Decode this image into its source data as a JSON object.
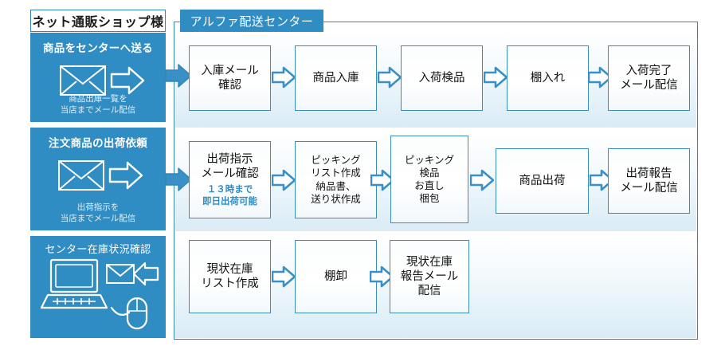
{
  "theme": {
    "accent_blue": "#2f8dc4",
    "border_blue": "#3b8dbd",
    "band_bottom": "#d9ebf6",
    "sub_text_blue": "#2f8dc4",
    "panel_text": "#ffffff"
  },
  "left_column": {
    "title": "ネット通販ショップ様",
    "panels": [
      {
        "heading": "商品をセンターへ送る",
        "note": "商品出庫一覧を\n当店までメール配信",
        "note_line1": "商品出庫一覧を",
        "note_line2": "当店までメール配信",
        "icons": [
          "envelope-icon",
          "arrow-right-icon"
        ]
      },
      {
        "heading": "注文商品の出荷依頼",
        "note_line1": "出荷指示を",
        "note_line2": "当店までメール配信",
        "icons": [
          "envelope-icon",
          "arrow-right-icon"
        ]
      },
      {
        "heading": "センター在庫状況確認",
        "note_line1": "",
        "note_line2": "",
        "icons": [
          "laptop-icon",
          "envelope-icon",
          "arrow-left-icon",
          "mouse-icon"
        ]
      }
    ]
  },
  "center": {
    "title": "アルファ配送センター"
  },
  "flows": [
    {
      "id": "inbound",
      "steps": [
        {
          "lines": [
            "入庫メール",
            "確認"
          ],
          "sub": []
        },
        {
          "lines": [
            "商品入庫"
          ],
          "sub": []
        },
        {
          "lines": [
            "入荷検品"
          ],
          "sub": []
        },
        {
          "lines": [
            "棚入れ"
          ],
          "sub": []
        },
        {
          "lines": [
            "入荷完了",
            "メール配信"
          ],
          "sub": []
        }
      ]
    },
    {
      "id": "outbound",
      "steps": [
        {
          "lines": [
            "出荷指示",
            "メール確認"
          ],
          "sub": [
            "１３時まで",
            "即日出荷可能"
          ]
        },
        {
          "lines": [
            "ピッキング",
            "リスト作成",
            "納品書、",
            "送り状作成"
          ],
          "sub": []
        },
        {
          "lines": [
            "ピッキング",
            "検品",
            "お直し",
            "梱包"
          ],
          "sub": []
        },
        {
          "lines": [
            "商品出荷"
          ],
          "sub": []
        },
        {
          "lines": [
            "出荷報告",
            "メール配信"
          ],
          "sub": []
        }
      ]
    },
    {
      "id": "stocktake",
      "steps": [
        {
          "lines": [
            "現状在庫",
            "リスト作成"
          ],
          "sub": []
        },
        {
          "lines": [
            "棚卸"
          ],
          "sub": []
        },
        {
          "lines": [
            "現状在庫",
            "報告メール",
            "配信"
          ],
          "sub": []
        }
      ]
    }
  ]
}
